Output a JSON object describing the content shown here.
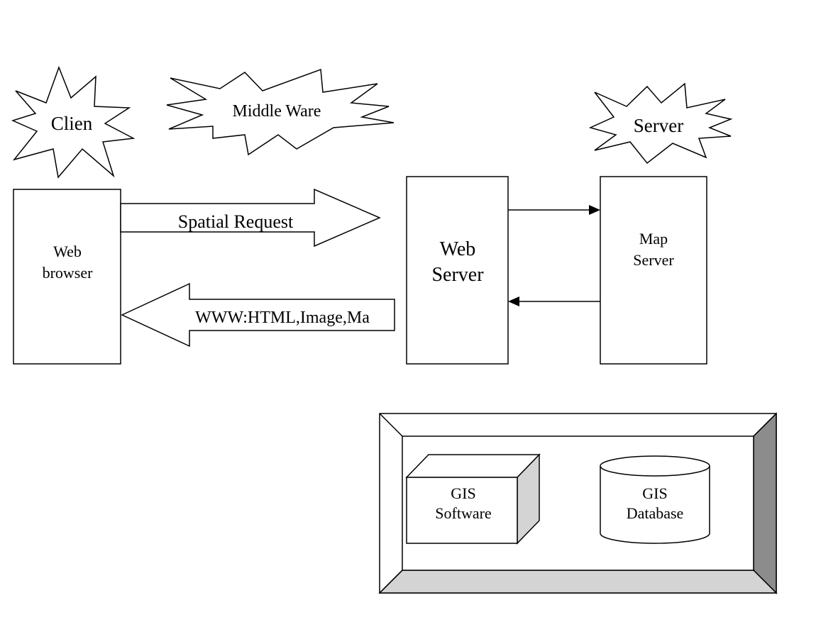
{
  "labels": {
    "client": "Clien",
    "middleware": "Middle Ware",
    "server": "Server",
    "web_browser": [
      "Web",
      "browser"
    ],
    "spatial_request": "Spatial Request",
    "response": "WWW:HTML,Image,Ma",
    "web_server": [
      "Web",
      "Server"
    ],
    "map_server": [
      "Map",
      "Server"
    ],
    "gis_software": [
      "GIS",
      "Software"
    ],
    "gis_database": [
      "GIS",
      "Database"
    ]
  },
  "colors": {
    "stroke": "#000000",
    "background": "#ffffff",
    "bevel_light": "#d4d4d4",
    "bevel_dark": "#8c8c8c"
  }
}
